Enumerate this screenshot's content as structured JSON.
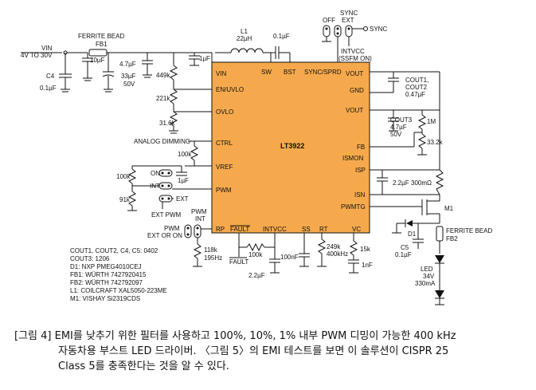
{
  "chip": {
    "name": "LT3922",
    "pins_left": [
      "VIN",
      "EN/UVLO",
      "OVLO",
      "CTRL",
      "VREF",
      "PWM",
      "RP"
    ],
    "pins_top": [
      "SW",
      "BST",
      "SYNC/SPRD"
    ],
    "pins_right": [
      "VOUT",
      "GND",
      "VOUT",
      "FB",
      "ISMON",
      "ISP",
      "ISN",
      "PWMTG"
    ],
    "pins_bottom": [
      "FAULT",
      "INTVCC",
      "SS",
      "RT",
      "VC"
    ]
  },
  "labels": {
    "vin": "VIN",
    "vin_range": "4V TO 30V",
    "ferrite_bead": "FERRITE BEAD",
    "fb1": "FB1",
    "c_10u": "10µF",
    "c4": "C4",
    "c4_val": "0.1µF",
    "c_4u7": "4.7µF",
    "c_33u": "33µF",
    "c_50v": "50V",
    "r_449k": "449k",
    "r_221k": "221k",
    "r_31k6": "31.6k",
    "c_1u_top": "1µF",
    "l1": "L1",
    "l1_val": "22µH",
    "c_bst": "0.1µF",
    "sync_off": "OFF",
    "sync_label": "SYNC",
    "sync_ext": "EXT",
    "sync_out": "SYNC",
    "intvcc_note": "INTVCC",
    "ssfm_note": "(SSFM ON)",
    "cout1": "COUT1,",
    "cout2": "COUT2",
    "cout_val": "0.47µF",
    "cout3": "COUT3",
    "cout3_val": "4.7µF",
    "cout3_v": "50V",
    "r_1m": "1M",
    "r_33k2": "33.2k",
    "r_sense": "300mΩ",
    "c_2u2": "2.2µF",
    "m1": "M1",
    "d1": "D1",
    "c5": "C5",
    "c5_val": "0.1µF",
    "fb2": "FB2",
    "led": "LED",
    "led_v": "34V",
    "led_i": "330mA",
    "analog_dimming": "ANALOG DIMMING",
    "r_100k_ctrl": "100k",
    "r_100k_dim": "100k",
    "r_91k": "91k",
    "c_1u_vref": "1µF",
    "sw_on": "ON",
    "sw_int": "INT",
    "sw_ext": "EXT",
    "ext_pwm": "EXT PWM",
    "pwm_int": "PWM",
    "pwm_int2": "INT",
    "pwm_ext_on": "PWM",
    "ext_or_on": "EXT OR ON",
    "r_118k": "118k",
    "r_195hz": "195Hz",
    "r_100k_fault": "100k",
    "fault": "FAULT",
    "c_100n": "100nF",
    "c_2u2_int": "2.2µF",
    "r_249k": "249k",
    "f_400k": "400kHz",
    "r_15k": "15k",
    "c_1n": "1nF"
  },
  "bom": [
    "COUT1, COUT2, C4, C5: 0402",
    "COUT3: 1206",
    "D1: NXP PMEG4010CEJ",
    "FB1: WÜRTH 7427920415",
    "FB2: WÜRTH 742792097",
    "L1: COILCRAFT XAL5050-223ME",
    "M1: VISHAY Si2319CDS"
  ],
  "caption": {
    "line1": "[그림 4] EMI를 낮추기 위한 필터를 사용하고 100%, 10%, 1% 내부 PWM 디밍이 가능한 400 kHz",
    "line2": "자동차용 부스트 LED 드라이버. 〈그림 5〉의 EMI 테스트를 보면 이 솔루션이 CISPR 25",
    "line3": "Class 5를 충족한다는 것을 알 수 있다."
  },
  "colors": {
    "chip_fill": "#F5A94C",
    "wire": "#111111",
    "background": "#FFFFFF"
  }
}
